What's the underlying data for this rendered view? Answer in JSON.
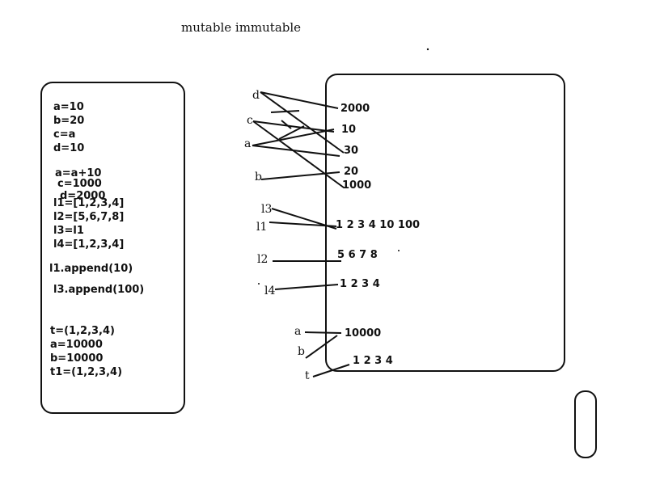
{
  "title": "mutable  immutable",
  "code_lines": [
    "a=10",
    "b=20",
    "c=a",
    "d=10",
    "a=a+10",
    "c=1000",
    "d=2000",
    "l1=[1,2,3,4]",
    "l2=[5,6,7,8]",
    "l3=l1",
    "l4=[1,2,3,4]",
    "l1.append(10)",
    "l3.append(100)",
    "t=(1,2,3,4)",
    "a=10000",
    "b=10000",
    "t1=(1,2,3,4)"
  ],
  "variables": [
    "d",
    "c",
    "a",
    "b",
    "l3",
    "l1",
    "l2",
    "l4",
    "a",
    "b",
    "t"
  ],
  "values": [
    "2000",
    "10",
    "30",
    "20",
    "1000",
    "1  2  3  4 10  100",
    "5  6  7  8",
    "1  2  3  4",
    "10000",
    "1  2  3  4"
  ]
}
